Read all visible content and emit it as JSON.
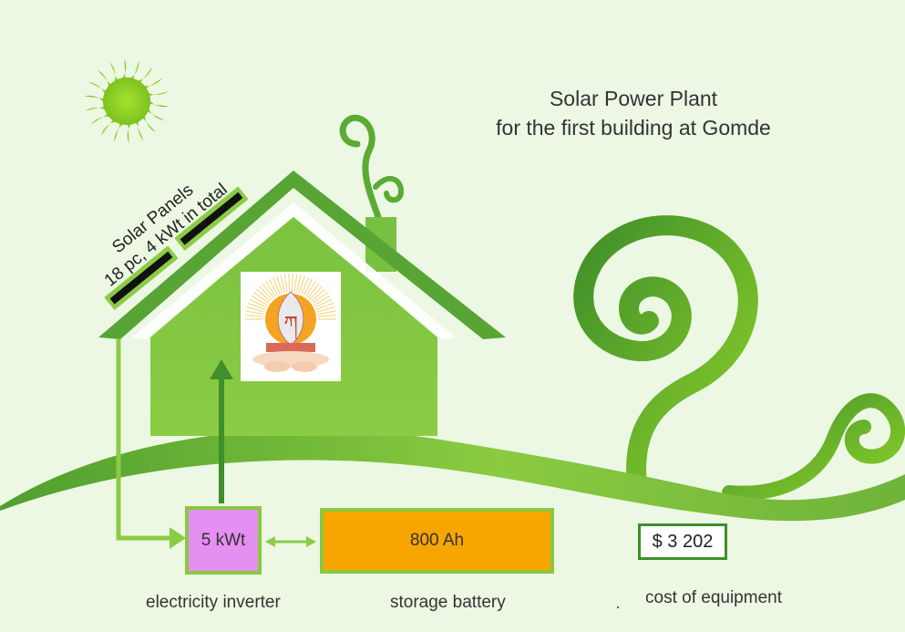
{
  "title": {
    "line1": "Solar Power Plant",
    "line2": "for the first building at Gomde"
  },
  "solar_panels": {
    "line1": "Solar Panels",
    "line2": "18 pc, 4 kWt in total"
  },
  "inverter": {
    "value": "5 kWt",
    "label": "electricity inverter"
  },
  "battery": {
    "value": "800 Ah",
    "label": "storage battery"
  },
  "cost": {
    "value": "$ 3 202",
    "label": "cost of equipment"
  },
  "logo": {
    "letter": "ཀ"
  },
  "colors": {
    "background": "#ecf8e4",
    "green_dark": "#3f8f2a",
    "green_mid": "#6fba3a",
    "green_light": "#8ccc45",
    "inverter": "#e48ff2",
    "battery": "#f7a500",
    "sun": "#8fd12a"
  },
  "icons": [
    "sun-icon",
    "house-icon",
    "chimney-swirl-icon",
    "spiral-vine-icon",
    "dharma-logo-icon"
  ]
}
